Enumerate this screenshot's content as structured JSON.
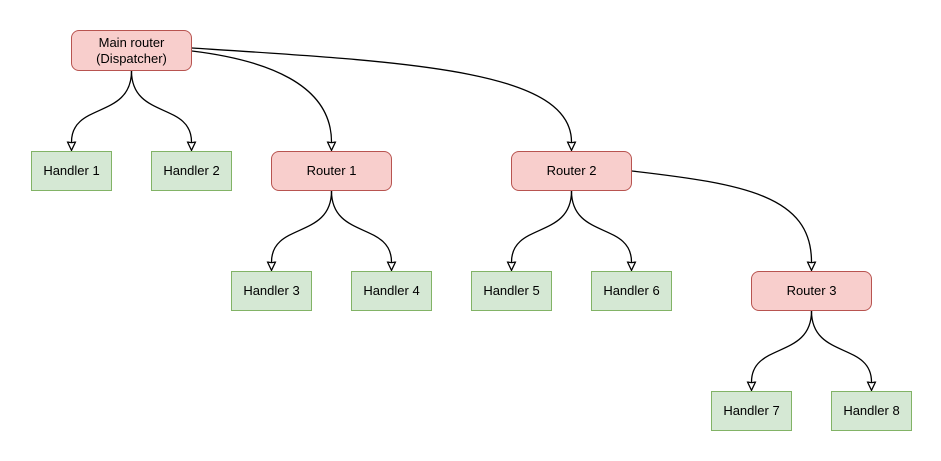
{
  "diagram": {
    "type": "tree",
    "colors": {
      "background": "#ffffff",
      "edge": "#000000",
      "text": "#000000",
      "router_fill": "#f8cecc",
      "router_border": "#b85450",
      "handler_fill": "#d5e8d4",
      "handler_border": "#82b366"
    },
    "nodes": {
      "main": {
        "line1": "Main router",
        "line2": "(Dispatcher)",
        "kind": "router"
      },
      "router1": {
        "label": "Router 1",
        "kind": "router"
      },
      "router2": {
        "label": "Router 2",
        "kind": "router"
      },
      "router3": {
        "label": "Router 3",
        "kind": "router"
      },
      "handler1": {
        "label": "Handler 1",
        "kind": "handler"
      },
      "handler2": {
        "label": "Handler 2",
        "kind": "handler"
      },
      "handler3": {
        "label": "Handler 3",
        "kind": "handler"
      },
      "handler4": {
        "label": "Handler 4",
        "kind": "handler"
      },
      "handler5": {
        "label": "Handler 5",
        "kind": "handler"
      },
      "handler6": {
        "label": "Handler 6",
        "kind": "handler"
      },
      "handler7": {
        "label": "Handler 7",
        "kind": "handler"
      },
      "handler8": {
        "label": "Handler 8",
        "kind": "handler"
      }
    },
    "edges": [
      {
        "from": "Main router (Dispatcher)",
        "to": "Handler 1"
      },
      {
        "from": "Main router (Dispatcher)",
        "to": "Handler 2"
      },
      {
        "from": "Main router (Dispatcher)",
        "to": "Router 1"
      },
      {
        "from": "Main router (Dispatcher)",
        "to": "Router 2"
      },
      {
        "from": "Router 1",
        "to": "Handler 3"
      },
      {
        "from": "Router 1",
        "to": "Handler 4"
      },
      {
        "from": "Router 2",
        "to": "Handler 5"
      },
      {
        "from": "Router 2",
        "to": "Handler 6"
      },
      {
        "from": "Router 2",
        "to": "Router 3"
      },
      {
        "from": "Router 3",
        "to": "Handler 7"
      },
      {
        "from": "Router 3",
        "to": "Handler 8"
      }
    ]
  }
}
